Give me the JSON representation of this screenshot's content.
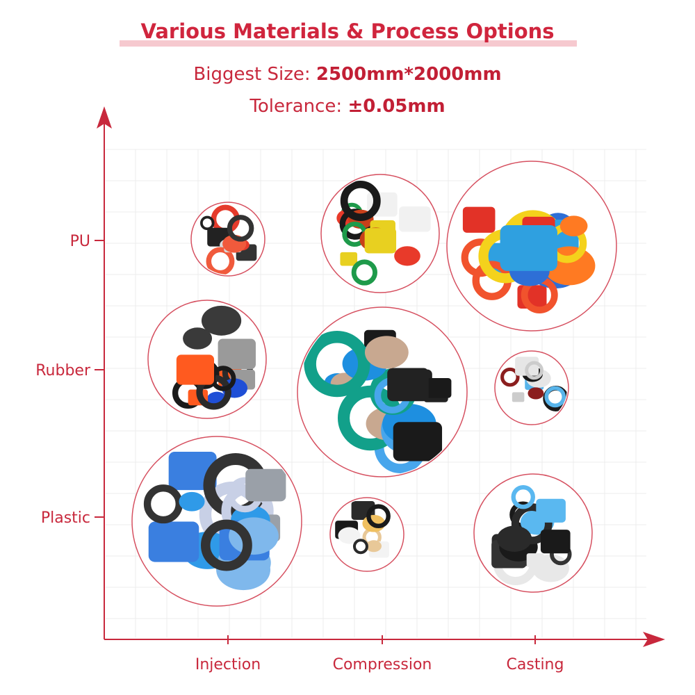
{
  "header": {
    "title": "Various Materials & Process Options",
    "size_label": "Biggest Size: ",
    "size_value": "2500mm*2000mm",
    "tolerance_label": "Tolerance: ",
    "tolerance_value": "±0.05mm"
  },
  "colors": {
    "accent": "#d0253d",
    "axis": "#c8283c",
    "circle_stroke": "#d65060",
    "grid": "#ececec",
    "title_underline": "#f6c9cf"
  },
  "chart_data": {
    "type": "scatter",
    "x_categories": [
      "Injection",
      "Compression",
      "Casting"
    ],
    "y_categories": [
      "Plastic",
      "Rubber",
      "PU"
    ],
    "grid": true,
    "points": [
      {
        "x": "Injection",
        "y": "PU",
        "size": 1,
        "contents": "rings-and-seals"
      },
      {
        "x": "Compression",
        "y": "PU",
        "size": 2,
        "contents": "bellows-and-balls"
      },
      {
        "x": "Casting",
        "y": "PU",
        "size": 3,
        "contents": "rollers-and-blocks"
      },
      {
        "x": "Injection",
        "y": "Rubber",
        "size": 2,
        "contents": "grommets-and-boots"
      },
      {
        "x": "Compression",
        "y": "Rubber",
        "size": 3,
        "contents": "pads-and-mounts"
      },
      {
        "x": "Casting",
        "y": "Rubber",
        "size": 1,
        "contents": "gaskets"
      },
      {
        "x": "Injection",
        "y": "Plastic",
        "size": 3,
        "contents": "housings"
      },
      {
        "x": "Compression",
        "y": "Plastic",
        "size": 1,
        "contents": "gears-and-bushings"
      },
      {
        "x": "Casting",
        "y": "Plastic",
        "size": 2,
        "contents": "plates-and-feet"
      }
    ]
  }
}
